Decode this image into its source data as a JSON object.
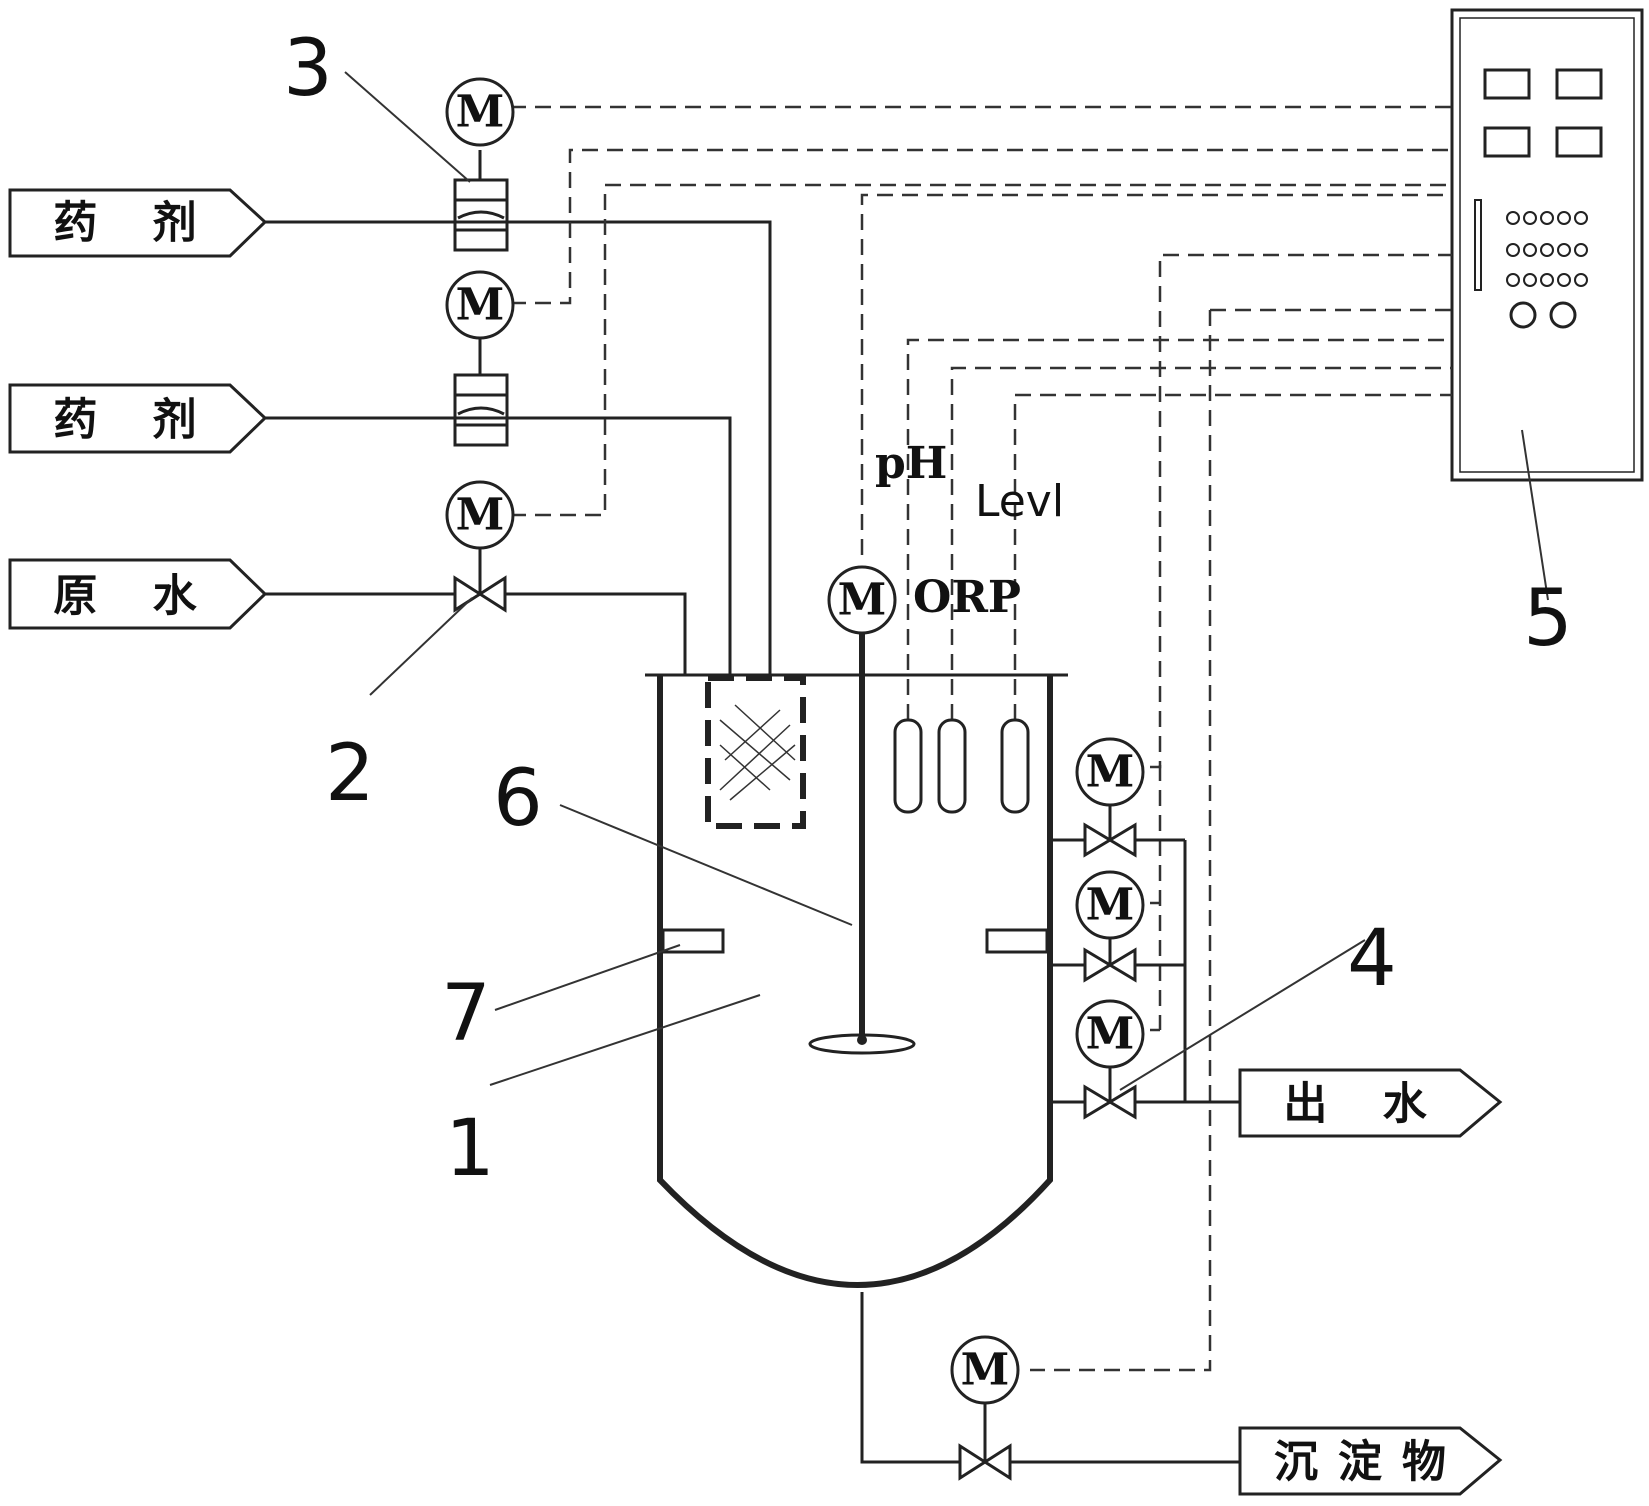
{
  "labels": {
    "reagent_1": "药 剂",
    "reagent_2": "药 剂",
    "raw_water": "原 水",
    "effluent": "出 水",
    "sediment": "沉淀物",
    "ph": "pH",
    "orp": "ORP",
    "level": "Levl",
    "motor": "M"
  },
  "numbers": {
    "n1": "1",
    "n2": "2",
    "n3": "3",
    "n4": "4",
    "n5": "5",
    "n6": "6",
    "n7": "7"
  }
}
